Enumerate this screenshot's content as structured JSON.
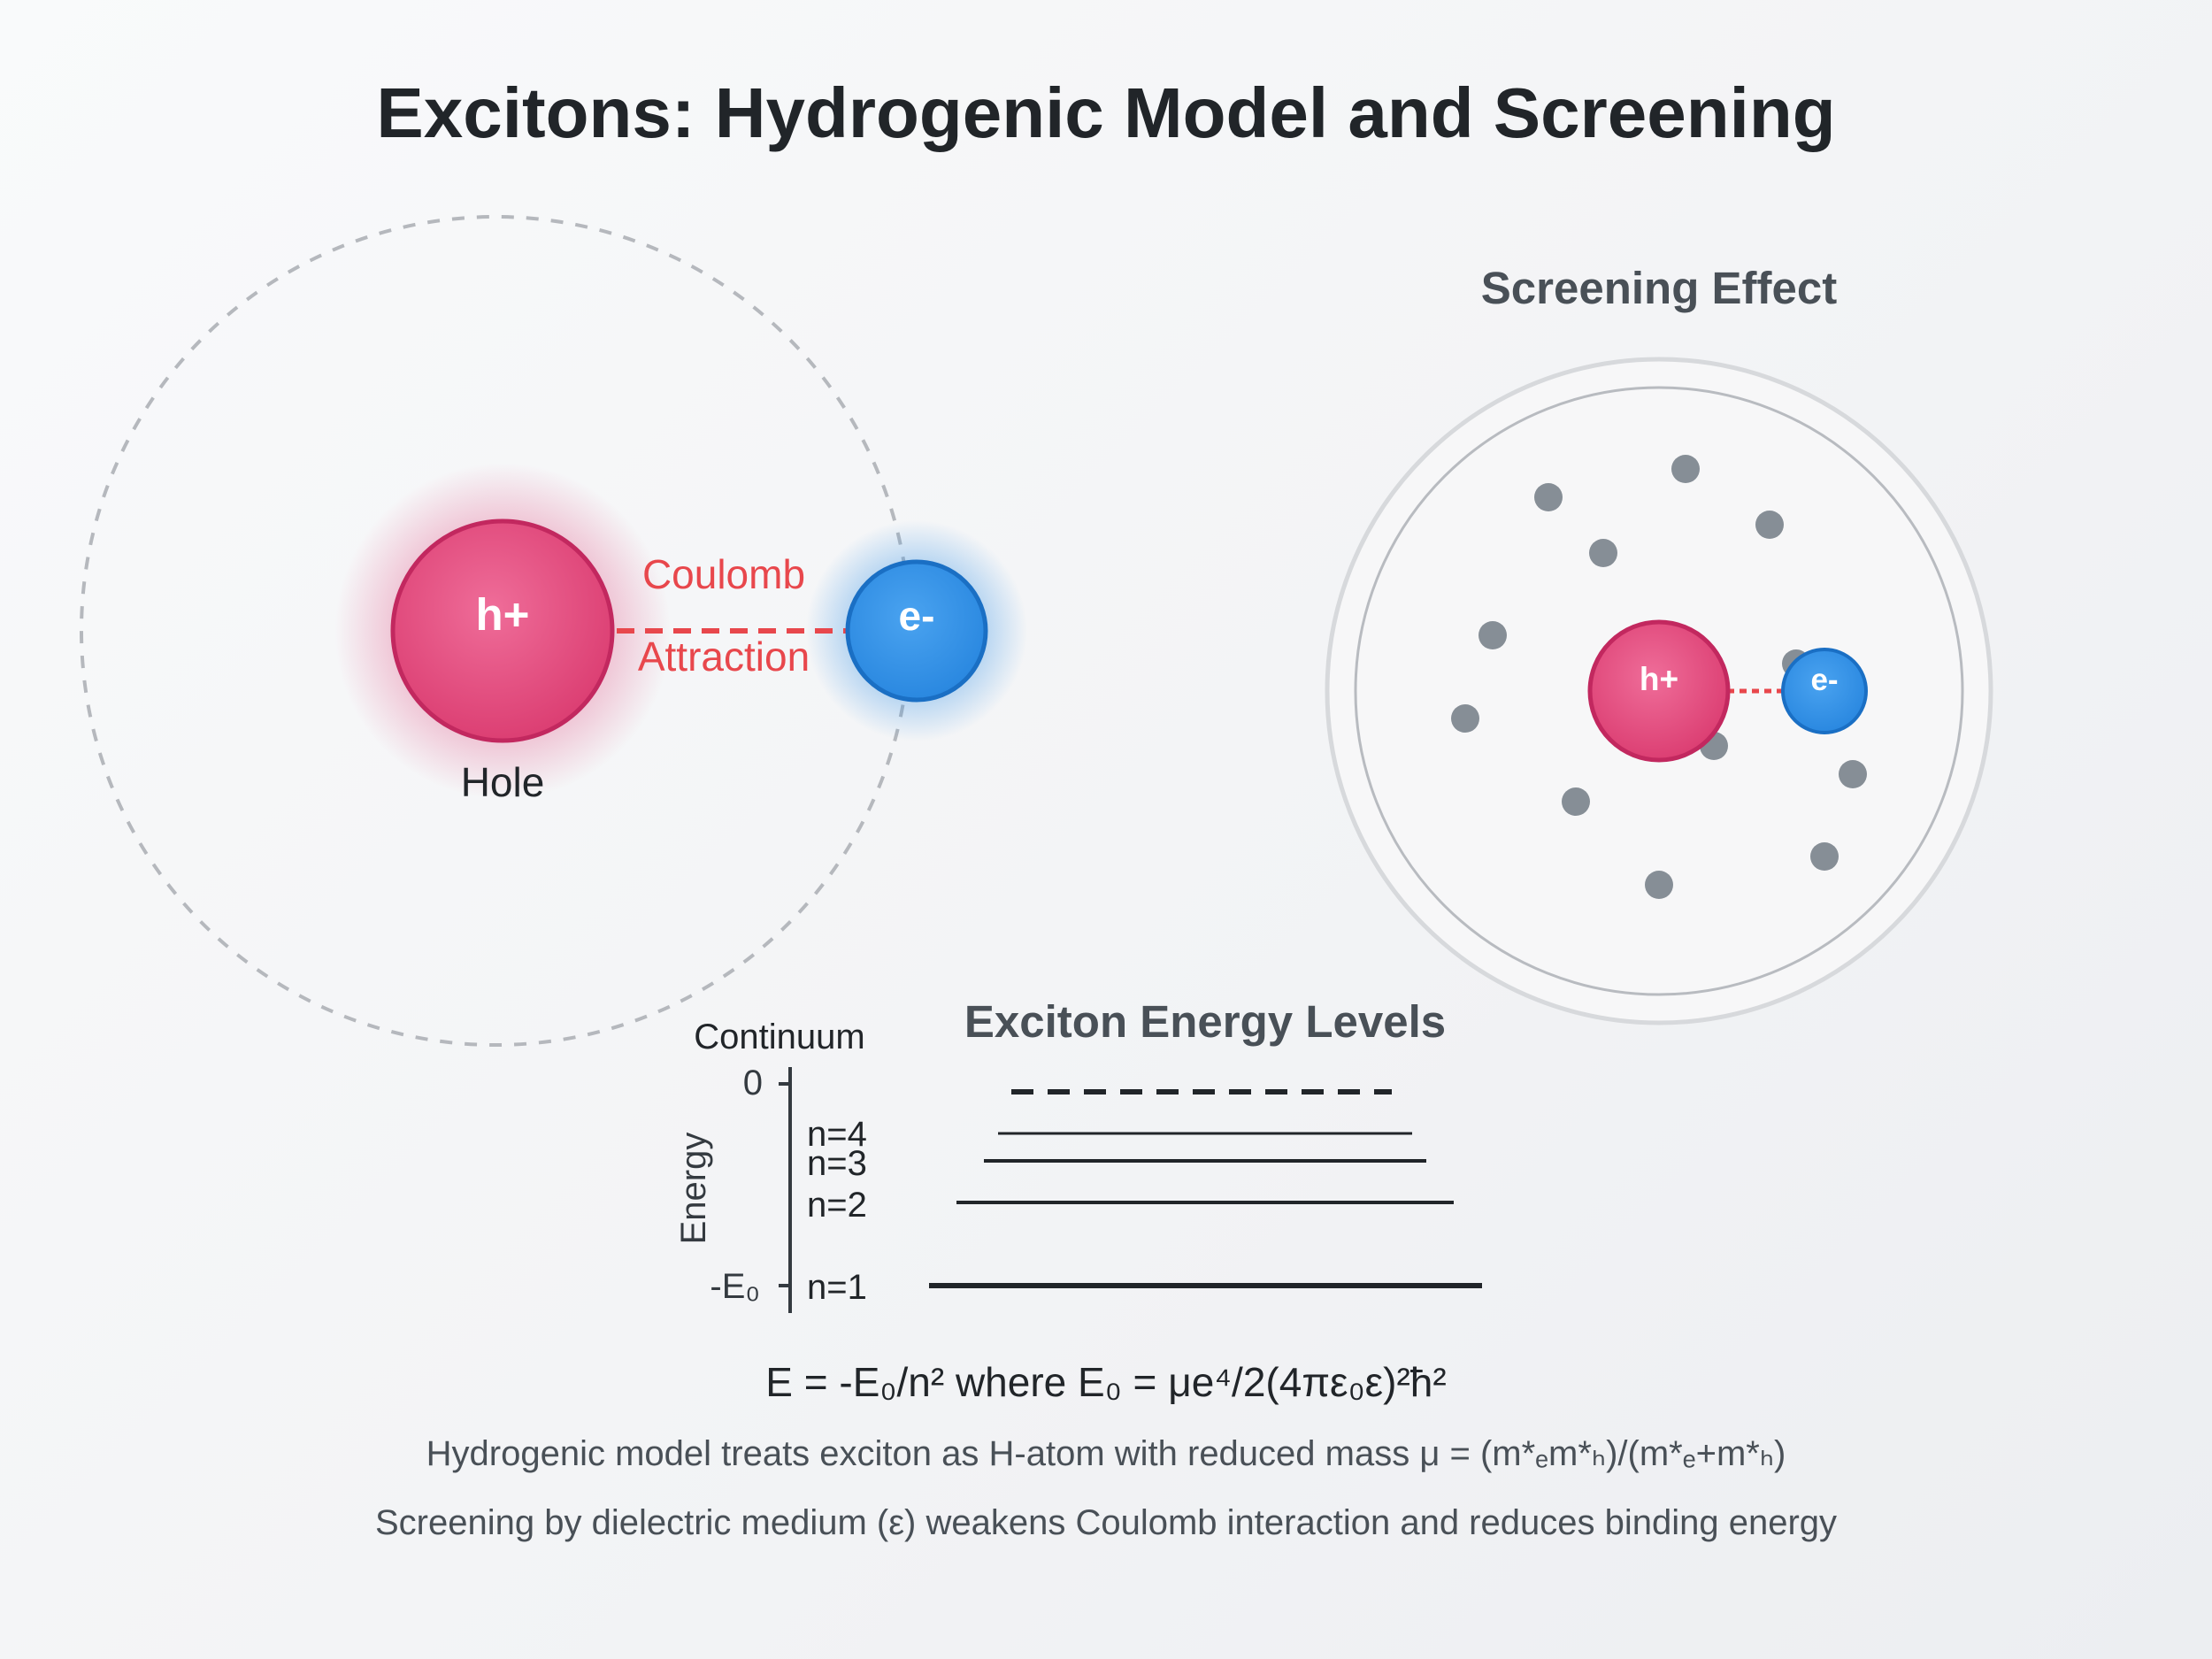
{
  "title": "Excitons: Hydrogenic Model and Screening",
  "hydrogenic_model": {
    "hole_symbol": "h+",
    "hole_label": "Hole",
    "electron_symbol": "e-",
    "interaction_label_line1": "Coulomb",
    "interaction_label_line2": "Attraction"
  },
  "screening": {
    "title": "Screening Effect",
    "hole_symbol": "h+",
    "electron_symbol": "e-"
  },
  "energy_levels": {
    "title": "Exciton Energy Levels",
    "continuum_label": "Continuum",
    "axis_label": "Energy",
    "tick_zero": "0",
    "tick_ground": "-E₀",
    "levels": [
      {
        "label": "n=4"
      },
      {
        "label": "n=3"
      },
      {
        "label": "n=2"
      },
      {
        "label": "n=1"
      }
    ]
  },
  "formula": "E = -E₀/n² where E₀ = μe⁴/2(4πε₀ε)²ħ²",
  "notes": {
    "reduced_mass": "Hydrogenic model treats exciton as H-atom with reduced mass μ = (m*ₑm*ₕ)/(m*ₑ+m*ₕ)",
    "screening": "Screening by dielectric medium (ε) weakens Coulomb interaction and reduces binding energy"
  },
  "colors": {
    "hole": "#e0457b",
    "electron": "#2f8fe6",
    "coulomb": "#e8474c",
    "orbit": "#b5b8bd",
    "dipole": "#868e96"
  }
}
